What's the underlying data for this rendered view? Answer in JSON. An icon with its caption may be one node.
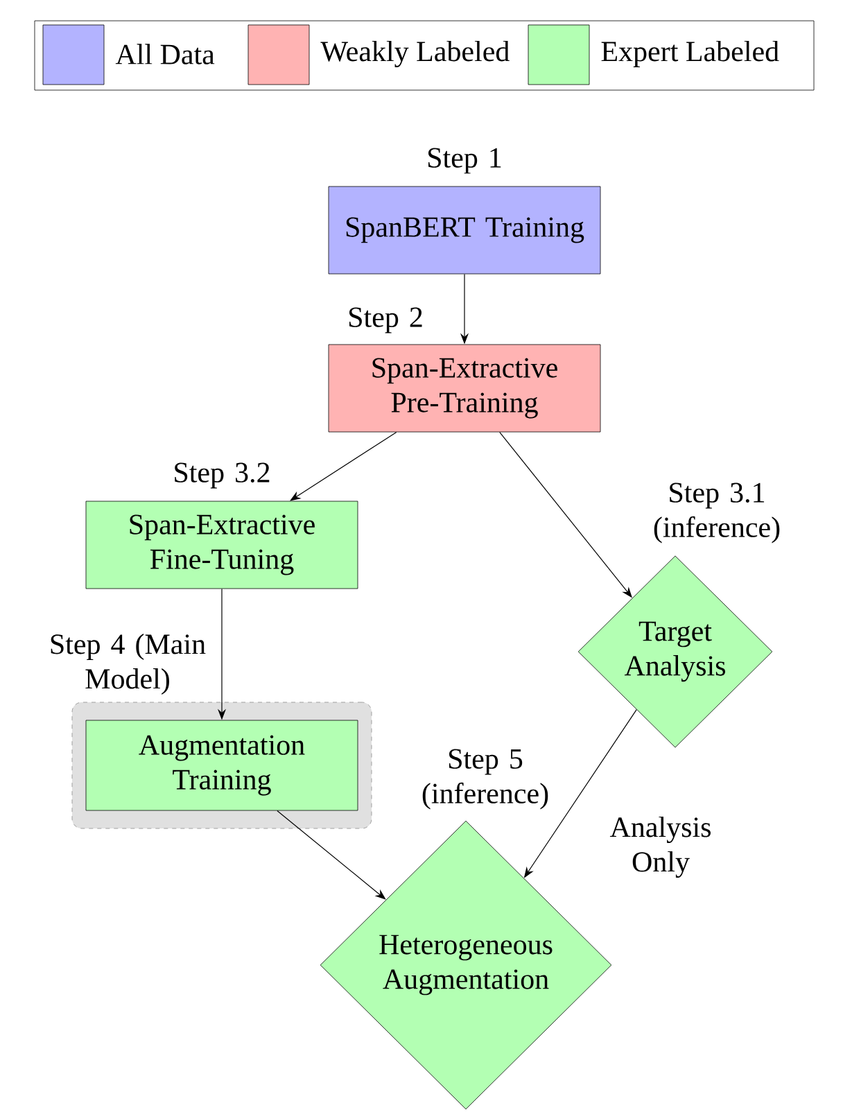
{
  "diagram": {
    "nodes": [
      {
        "text": [
          "SpanBERT Training"
        ],
        "beside": [
          "Step 1"
        ]
      },
      {
        "text": [
          "Span-Extractive Pre-Training"
        ],
        "beside": [
          "Step 2"
        ]
      },
      {
        "text": [
          "Span-Extractive Fine-Tuning"
        ],
        "beside": [
          "Step 3.2"
        ]
      },
      {
        "text": [
          "Target Analysis"
        ],
        "beside": [
          "Step 3.1 (inference)"
        ]
      },
      {
        "text": [],
        "shape": "box",
        "beside": [
          "Step 4 (Main Model)"
        ]
      },
      {
        "text": [
          "Augmentation Training"
        ],
        "in": 4
      },
      {
        "text": [
          "Heterogeneous Augmentation"
        ],
        "beside": [
          "Step 5 (inference)"
        ]
      }
    ],
    "edges": [
      {
        "from": 0,
        "to": 1,
        "arrow": "to"
      },
      {
        "from": 1,
        "to": 2,
        "arrow": "to"
      },
      {
        "from": 1,
        "to": 3,
        "arrow": "to"
      },
      {
        "from": 2,
        "to": 5,
        "arrow": "to"
      },
      {
        "from": 5,
        "to": 6,
        "arrow": "to"
      },
      {
        "from": 3,
        "to": 6,
        "arrow": "to",
        "label": "Analysis Only"
      }
    ],
    "legend": [
      {
        "text": "All Data",
        "color": "#b3b3ff"
      },
      {
        "text": "Weakly Labeled",
        "color": "#ffb3b3"
      },
      {
        "text": "Expert Labeled",
        "color": "#b3ffb3"
      }
    ]
  }
}
